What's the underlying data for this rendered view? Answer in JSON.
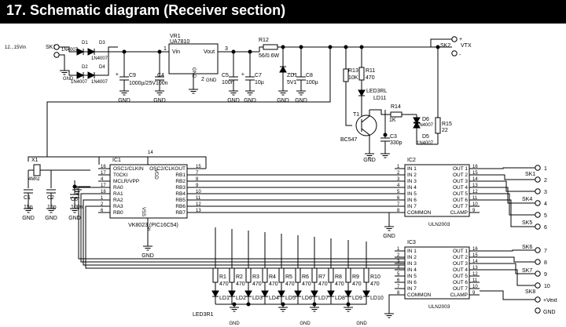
{
  "title": "17.  Schematic diagram (Receiver section)",
  "input": {
    "voltage_label": "12...15Vin",
    "connector": "SK1"
  },
  "output": {
    "connector": "SK2",
    "label": "VTX",
    "plus": "+",
    "minus": "-"
  },
  "plus_sign": "+",
  "diodes": [
    {
      "ref": "D1",
      "value": "1N4007"
    },
    {
      "ref": "D2",
      "value": "1N4007"
    },
    {
      "ref": "D3",
      "value": "1N4007"
    },
    {
      "ref": "D4",
      "value": "1N4007"
    },
    {
      "ref": "D5",
      "value": "1N4007"
    },
    {
      "ref": "D6",
      "value": "1N4007"
    }
  ],
  "regulator": {
    "ref": "VR1",
    "part": "UA7810",
    "vin": "Vin",
    "vout": "Vout",
    "gnd": "GND",
    "pins": [
      "1",
      "2",
      "3"
    ]
  },
  "capacitors": [
    {
      "ref": "C9",
      "value": "1000µ/25V"
    },
    {
      "ref": "C4",
      "value": "100n"
    },
    {
      "ref": "C5",
      "value": "100n"
    },
    {
      "ref": "C7",
      "value": "10µ"
    },
    {
      "ref": "C8",
      "value": "100µ"
    },
    {
      "ref": "C3",
      "value": "330p"
    },
    {
      "ref": "C1",
      "value": "15p"
    },
    {
      "ref": "C2",
      "value": "15p"
    },
    {
      "ref": "C6",
      "value": "100n"
    }
  ],
  "zener": {
    "ref": "ZD1",
    "value": "5V1"
  },
  "resistors": [
    {
      "ref": "R12",
      "value": "56/0.6W"
    },
    {
      "ref": "R13",
      "value": "10K"
    },
    {
      "ref": "R11",
      "value": "470"
    },
    {
      "ref": "R14",
      "value": "1K"
    },
    {
      "ref": "R15",
      "value": "22"
    }
  ],
  "led_indicator": {
    "ref": "LED3RL",
    "label": "LD11"
  },
  "transistor": {
    "ref": "T1",
    "part": "BC547"
  },
  "crystal": {
    "ref": "X1",
    "value": "4Mhz"
  },
  "ic1": {
    "ref": "IC1",
    "part": "VK8023",
    "package": "(PIC16C54)",
    "vdd": "VDD",
    "vss": "VSS",
    "left_pins": [
      {
        "num": "16",
        "name": "OSC1/CLKIN"
      },
      {
        "num": "17",
        "name": "T0CKI"
      },
      {
        "num": "4",
        "name": "MCLR/VPP"
      },
      {
        "num": "17",
        "name": "RA0"
      },
      {
        "num": "18",
        "name": "RA1"
      },
      {
        "num": "1",
        "name": "RA2"
      },
      {
        "num": "2",
        "name": "RA3"
      },
      {
        "num": "6",
        "name": "RB0"
      }
    ],
    "right_pins": [
      {
        "num": "15",
        "name": "OSC2/CLKOUT"
      },
      {
        "num": "7",
        "name": "RB1"
      },
      {
        "num": "8",
        "name": "RB2"
      },
      {
        "num": "9",
        "name": "RB3"
      },
      {
        "num": "10",
        "name": "RB4"
      },
      {
        "num": "11",
        "name": "RB5"
      },
      {
        "num": "12",
        "name": "RB6"
      },
      {
        "num": "13",
        "name": "RB7"
      }
    ],
    "top_pin": "14",
    "bottom_pin": "5"
  },
  "ic2": {
    "ref": "IC2",
    "part": "ULN2003",
    "inputs": [
      {
        "num": "1",
        "name": "IN 1"
      },
      {
        "num": "2",
        "name": "IN 2"
      },
      {
        "num": "3",
        "name": "IN 3"
      },
      {
        "num": "4",
        "name": "IN 4"
      },
      {
        "num": "5",
        "name": "IN 5"
      },
      {
        "num": "6",
        "name": "IN 6"
      },
      {
        "num": "7",
        "name": "IN 7"
      },
      {
        "num": "8",
        "name": "COMMON"
      }
    ],
    "outputs": [
      {
        "num": "16",
        "name": "OUT 1"
      },
      {
        "num": "15",
        "name": "OUT 2"
      },
      {
        "num": "14",
        "name": "OUT 3"
      },
      {
        "num": "13",
        "name": "OUT 4"
      },
      {
        "num": "12",
        "name": "OUT 5"
      },
      {
        "num": "11",
        "name": "OUT 6"
      },
      {
        "num": "10",
        "name": "OUT 7"
      },
      {
        "num": "9",
        "name": "CLAMP"
      }
    ]
  },
  "ic3": {
    "ref": "IC3",
    "part": "ULN2003",
    "inputs": [
      {
        "num": "1",
        "name": "IN 1"
      },
      {
        "num": "2",
        "name": "IN 2"
      },
      {
        "num": "3",
        "name": "IN 3"
      },
      {
        "num": "4",
        "name": "IN 4"
      },
      {
        "num": "5",
        "name": "IN 5"
      },
      {
        "num": "6",
        "name": "IN 6"
      },
      {
        "num": "7",
        "name": "IN 7"
      },
      {
        "num": "8",
        "name": "COMMON"
      }
    ],
    "outputs": [
      {
        "num": "16",
        "name": "OUT 1"
      },
      {
        "num": "15",
        "name": "OUT 2"
      },
      {
        "num": "14",
        "name": "OUT 3"
      },
      {
        "num": "13",
        "name": "OUT 4"
      },
      {
        "num": "12",
        "name": "OUT 5"
      },
      {
        "num": "11",
        "name": "OUT 6"
      },
      {
        "num": "10",
        "name": "OUT 7"
      },
      {
        "num": "9",
        "name": "CLAMP"
      }
    ]
  },
  "connectors": [
    "SK1",
    "SK4",
    "SK5",
    "SK6",
    "SK7",
    "SK8"
  ],
  "terminal_numbers": [
    "1",
    "2",
    "3",
    "4",
    "5",
    "6",
    "7",
    "8",
    "9",
    "10"
  ],
  "vext_label": "+Vext",
  "led_row": {
    "part": "LED3R1",
    "resistors": [
      {
        "ref": "R1",
        "value": "470"
      },
      {
        "ref": "R2",
        "value": "470"
      },
      {
        "ref": "R3",
        "value": "470"
      },
      {
        "ref": "R4",
        "value": "470"
      },
      {
        "ref": "R5",
        "value": "470"
      },
      {
        "ref": "R6",
        "value": "470"
      },
      {
        "ref": "R7",
        "value": "470"
      },
      {
        "ref": "R8",
        "value": "470"
      },
      {
        "ref": "R9",
        "value": "470"
      },
      {
        "ref": "R10",
        "value": "470"
      }
    ],
    "leds": [
      "LD1",
      "LD2",
      "LD3",
      "LD4",
      "LD5",
      "LD6",
      "LD7",
      "LD8",
      "LD9",
      "LD10"
    ]
  },
  "gnd_label": "GND"
}
